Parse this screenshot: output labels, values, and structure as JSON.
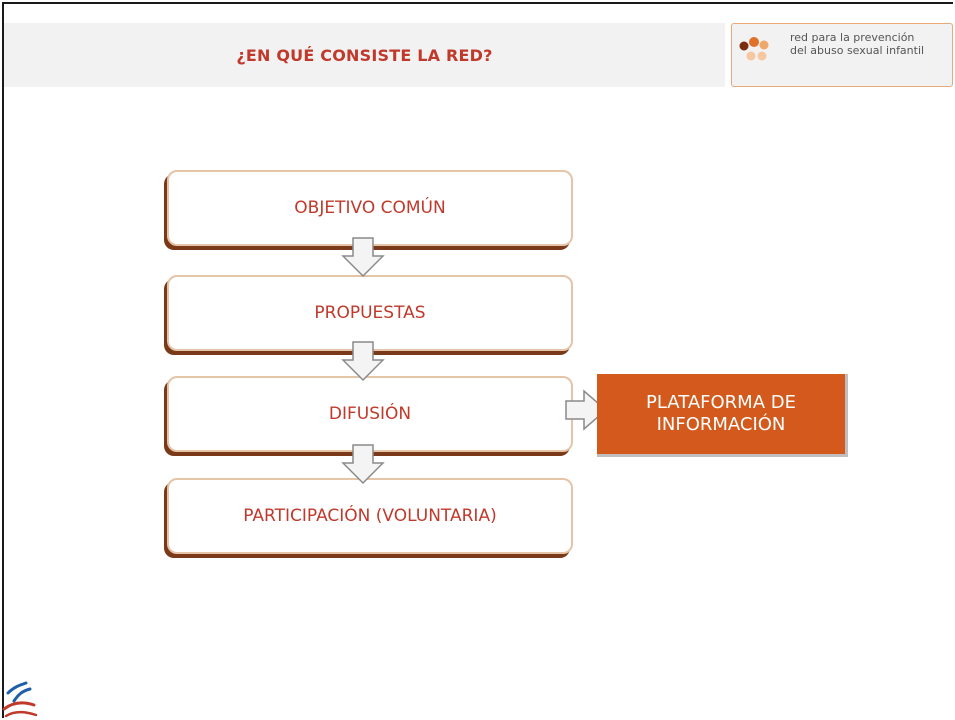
{
  "header": {
    "title": "¿EN QUÉ CONSISTE LA RED?"
  },
  "logo": {
    "line1": "red para la prevención",
    "line2": "del abuso sexual infantil",
    "dot_colors": [
      "#7a2e0e",
      "#e0702a",
      "#f0a76a",
      "#f6c7a0"
    ]
  },
  "flow": {
    "steps": [
      "OBJETIVO COMÚN",
      "PROPUESTAS",
      "DIFUSIÓN",
      "PARTICIPACIÓN (VOLUNTARIA)"
    ],
    "side_box": "PLATAFORMA DE\nINFORMACIÓN"
  },
  "colors": {
    "title_red": "#c0392b",
    "accent_orange": "#d35a1c",
    "box_shadow_brown": "#7a3a1a"
  }
}
